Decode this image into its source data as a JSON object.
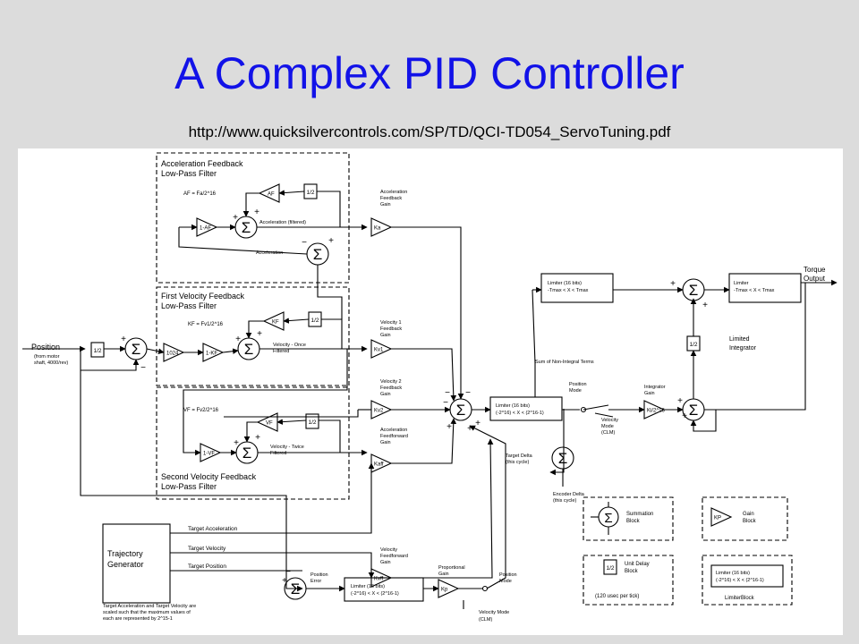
{
  "slide": {
    "title": "A Complex PID Controller",
    "url": "http://www.quicksilvercontrols.com/SP/TD/QCI-TD054_ServoTuning.pdf"
  },
  "diagram": {
    "acc_filter": [
      "Acceleration Feedback",
      "Low-Pass Filter"
    ],
    "acc_formula": "AF = Fa/2^16",
    "af": "AF",
    "one_minus_af": "1-AF",
    "half": "1/2",
    "acc_filtered": "Acceleration (filtered)",
    "acceleration": "Acceleration",
    "ka_label": [
      "Acceleration",
      "Feedback",
      "Gain"
    ],
    "ka": "Ka",
    "v1_filter": [
      "First Velocity Feedback",
      "Low-Pass Filter"
    ],
    "kf_formula": "KF = Fv1/2^16",
    "kf": "KF",
    "one_minus_kf": "1-KF",
    "k1024": "1024",
    "vel_once": [
      "Velocity - Once",
      "Filtered"
    ],
    "kv1_label": [
      "Velocity 1",
      "Feedback",
      "Gain"
    ],
    "kv1": "Kv1",
    "position_label": "Position",
    "position_sub": [
      "(from motor",
      "shaft, 4000/rev)"
    ],
    "kv2_label": [
      "Velocity 2",
      "Feedback",
      "Gain"
    ],
    "kv2": "Kv2",
    "v2_formula": "VF = Fv2/2^16",
    "vf": "VF",
    "one_minus_vf": "1-VF",
    "vel_twice": [
      "Velocity - Twice",
      "Filtered"
    ],
    "kaff_label": [
      "Acceleration",
      "Feedforward",
      "Gain"
    ],
    "kaff": "Kaff",
    "v2_filter": [
      "Second Velocity Feedback",
      "Low-Pass Filter"
    ],
    "limiter_main": [
      "Limiter (16 bits)",
      "(-2^16) < X < (2^16-1)"
    ],
    "limiter_tmax": [
      "Limiter (16 bits)",
      "-Tmax < X < Tmax"
    ],
    "limiter_out": [
      "Limiter",
      "-Tmax < X < Tmax"
    ],
    "torque_output": [
      "Torque",
      "Output"
    ],
    "limited_integrator": [
      "Limited",
      "Integrator"
    ],
    "sum_non_integral": "Sum of Non-Integral Terms",
    "position_mode": [
      "Position",
      "Mode"
    ],
    "integrator_gain": [
      "Integrator",
      "Gain"
    ],
    "ki": "Ki/2^16",
    "velocity_mode": [
      "Velocity",
      "Mode",
      "(CLM)"
    ],
    "target_delta": [
      "Target Delta",
      "(this cycle)"
    ],
    "encoder_delta": [
      "Encoder Delta",
      "(this cycle)"
    ],
    "trajectory": [
      "Trajectory",
      "Generator"
    ],
    "target_acc": "Target Acceleration",
    "target_vel": "Target Velocity",
    "target_pos": "Target Position",
    "kvff_label": [
      "Velocity",
      "Feedforward",
      "Gain"
    ],
    "kvff": "Kvff",
    "position_error": [
      "Position",
      "Error"
    ],
    "limiter_perr": [
      "Limiter (16 bits)",
      "(-2^16) < X < (2^16-1)"
    ],
    "prop_gain": [
      "Proportional",
      "Gain"
    ],
    "kp": "Kp",
    "position_mode2": [
      "Position",
      "Mode"
    ],
    "velocity_mode2": "Velocity Mode",
    "clm": "(CLM)",
    "scaling_note": [
      "Target Acceleration and Target Velocity are",
      "scaled such that the maximum values of",
      "each are represented by 2^15-1"
    ],
    "legend_sum": [
      "Summation",
      "Block"
    ],
    "legend_gain": [
      "Gain",
      "Block"
    ],
    "legend_kp": "KP",
    "legend_delay": [
      "Unit Delay",
      "Block"
    ],
    "legend_cycle": "(120 usec per tick)",
    "legend_limiter": [
      "Limiter (16 bits)",
      "(-2^16) < X < (2^16-1)"
    ],
    "legend_limiter_block": "LimiterBlock",
    "sigma": "Σ",
    "plus": "+",
    "minus": "−"
  }
}
